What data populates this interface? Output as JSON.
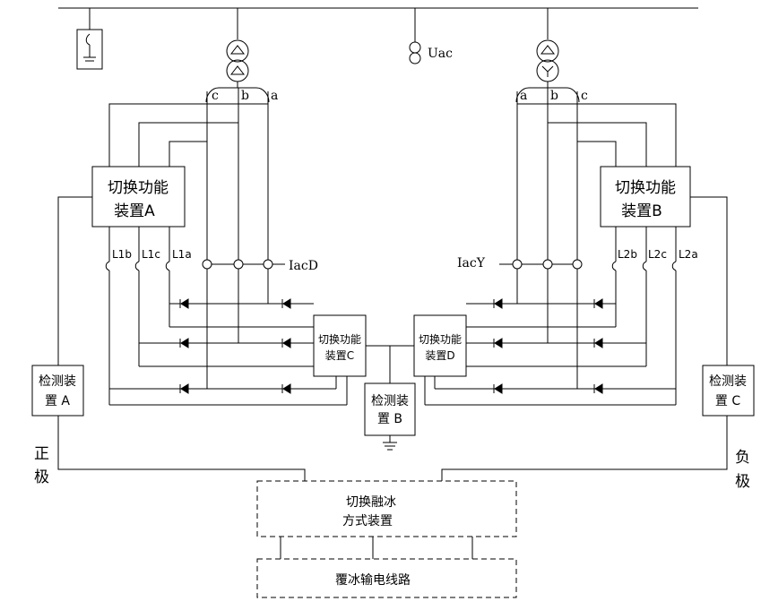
{
  "labels": {
    "uac": "Uac",
    "iacd": "IacD",
    "iacy": "IacY",
    "left_phases": [
      "c",
      "b",
      "a"
    ],
    "right_phases": [
      "a",
      "b",
      "c"
    ],
    "left_switch_labels": [
      "L1b",
      "L1c",
      "L1a"
    ],
    "right_switch_labels": [
      "L2b",
      "L2c",
      "L2a"
    ],
    "positive_pole": [
      "正",
      "极"
    ],
    "negative_pole": [
      "负",
      "极"
    ]
  },
  "boxes": {
    "switch_a": [
      "切换功能",
      "装置A"
    ],
    "switch_b": [
      "切换功能",
      "装置B"
    ],
    "switch_c": [
      "切换功能",
      "装置C"
    ],
    "switch_d": [
      "切换功能",
      "装置D"
    ],
    "detect_a": [
      "检测装",
      "置 A"
    ],
    "detect_b": [
      "检测装",
      "置 B"
    ],
    "detect_c": [
      "检测装",
      "置 C"
    ],
    "deicing_switch": [
      "切换融冰",
      "方式装置"
    ],
    "iced_line": "覆冰输电线路"
  }
}
